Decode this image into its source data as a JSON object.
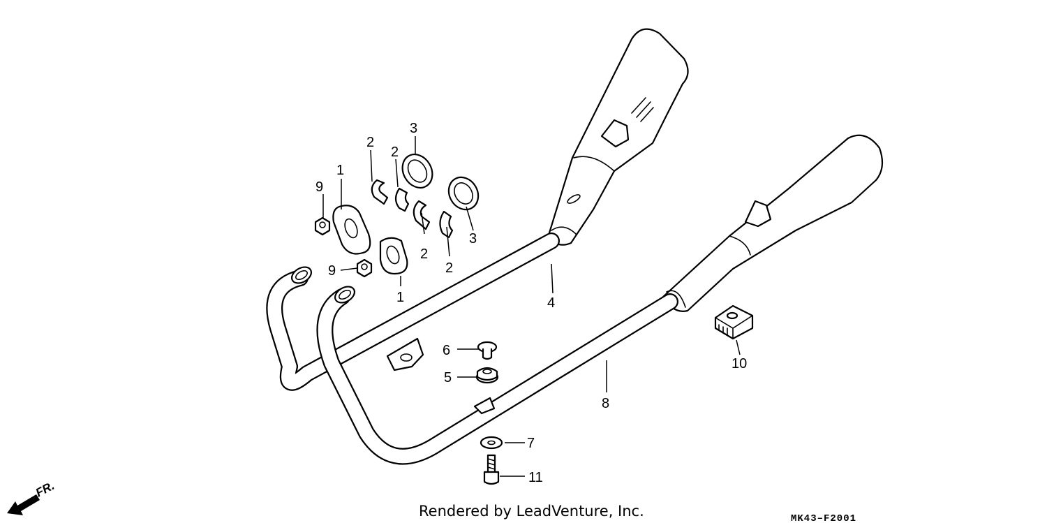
{
  "diagram": {
    "callouts": {
      "c1a": "1",
      "c1b": "1",
      "c2a": "2",
      "c2b": "2",
      "c2c": "2",
      "c2d": "2",
      "c3a": "3",
      "c3b": "3",
      "c4": "4",
      "c5": "5",
      "c6": "6",
      "c7": "7",
      "c8": "8",
      "c9a": "9",
      "c9b": "9",
      "c10": "10",
      "c11": "11"
    },
    "front_marker": "FR.",
    "credit": "Rendered by LeadVenture, Inc.",
    "diagram_code": "MK43–F2001"
  }
}
